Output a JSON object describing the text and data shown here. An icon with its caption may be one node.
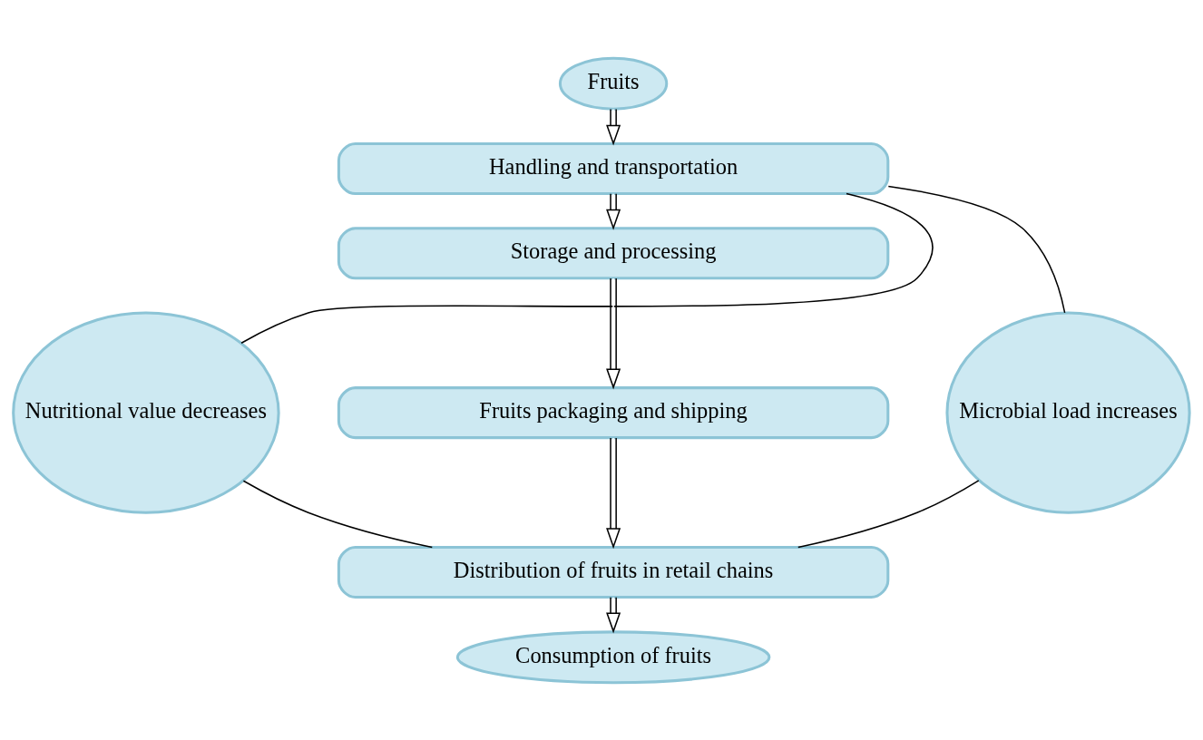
{
  "diagram": {
    "nodes": [
      {
        "text": [
          "Fruits"
        ]
      },
      {
        "text": [
          "Handling and transportation"
        ]
      },
      {
        "text": [
          "Storage and processing"
        ]
      },
      {
        "text": [
          "Fruits packaging and shipping"
        ]
      },
      {
        "text": [
          "Distribution of fruits in retail chains"
        ]
      },
      {
        "text": [
          "Consumption of fruits"
        ]
      },
      {
        "text": [
          "Nutritional value decreases"
        ]
      },
      {
        "text": [
          "Microbial load increases"
        ]
      }
    ],
    "edges": [
      {
        "from": 0,
        "to": 1,
        "arrow": "to"
      },
      {
        "from": 1,
        "to": 2,
        "arrow": "to"
      },
      {
        "from": 2,
        "to": 3,
        "arrow": "to"
      },
      {
        "from": 3,
        "to": 4,
        "arrow": "to"
      },
      {
        "from": 4,
        "to": 5,
        "arrow": "to"
      },
      {
        "from": 1,
        "to": 6,
        "arrow": "none"
      },
      {
        "from": 4,
        "to": 6,
        "arrow": "none"
      },
      {
        "from": 1,
        "to": 7,
        "arrow": "none"
      },
      {
        "from": 4,
        "to": 7,
        "arrow": "none"
      }
    ]
  }
}
